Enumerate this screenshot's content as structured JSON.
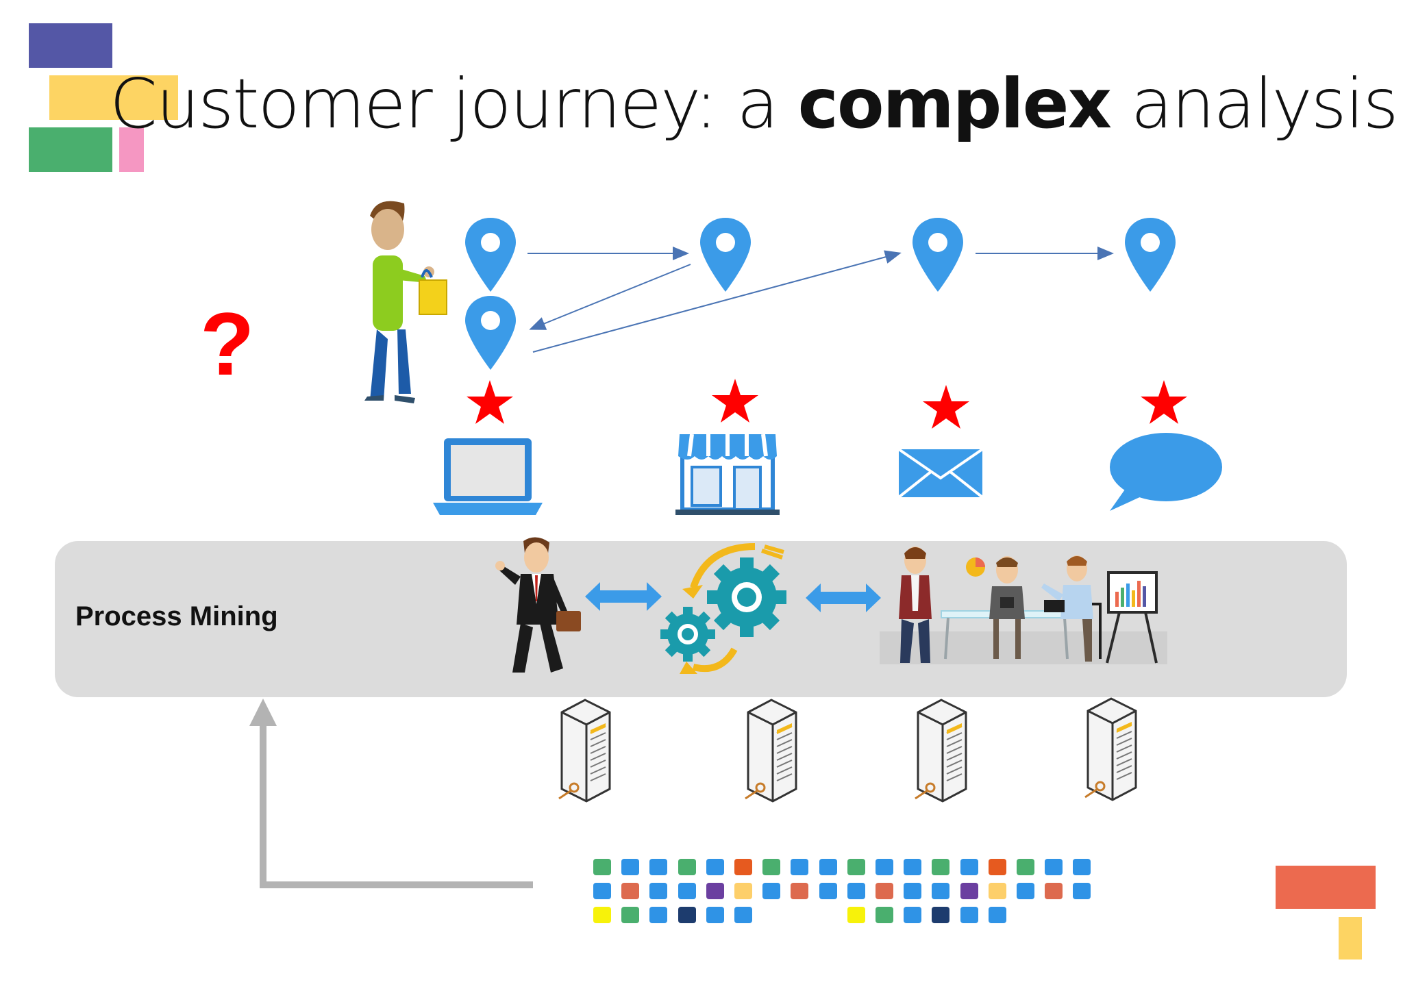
{
  "title": {
    "prefix": "Customer journey: a ",
    "emphasis": "complex",
    "suffix": " analysis"
  },
  "question_mark": "?",
  "process_mining": {
    "label": "Process Mining"
  },
  "colors": {
    "pin_blue": "#3b9be8",
    "star_red": "#ff0000",
    "band_gray": "#dcdcdc",
    "arrow_gray": "#b3b3b3",
    "deco_purple": "#5457a6",
    "deco_yellow": "#fdd463",
    "deco_green": "#4aaf6e",
    "deco_pink": "#f597c2",
    "deco_orange": "#ec6a4f",
    "gear_teal": "#1a9bab"
  },
  "touchpoints": [
    {
      "icon": "laptop-icon"
    },
    {
      "icon": "store-icon"
    },
    {
      "icon": "envelope-icon"
    },
    {
      "icon": "chat-bubble-icon"
    }
  ],
  "event_log_rows": [
    [
      "green",
      "blue",
      "blue",
      "green",
      "blue",
      "orange",
      "green",
      "blue",
      "blue",
      "green",
      "blue",
      "blue",
      "green",
      "blue",
      "orange",
      "green",
      "blue",
      "blue"
    ],
    [
      "blue",
      "salmon",
      "blue",
      "blue",
      "purple",
      "sand",
      "blue",
      "salmon",
      "blue",
      "blue",
      "salmon",
      "blue",
      "blue",
      "purple",
      "sand",
      "blue",
      "salmon",
      "blue"
    ],
    [
      "yellow",
      "green",
      "blue",
      "navy",
      "blue",
      "blue",
      null,
      null,
      null,
      "yellow",
      "green",
      "blue",
      "navy",
      "blue",
      "blue",
      null,
      null,
      null
    ]
  ]
}
